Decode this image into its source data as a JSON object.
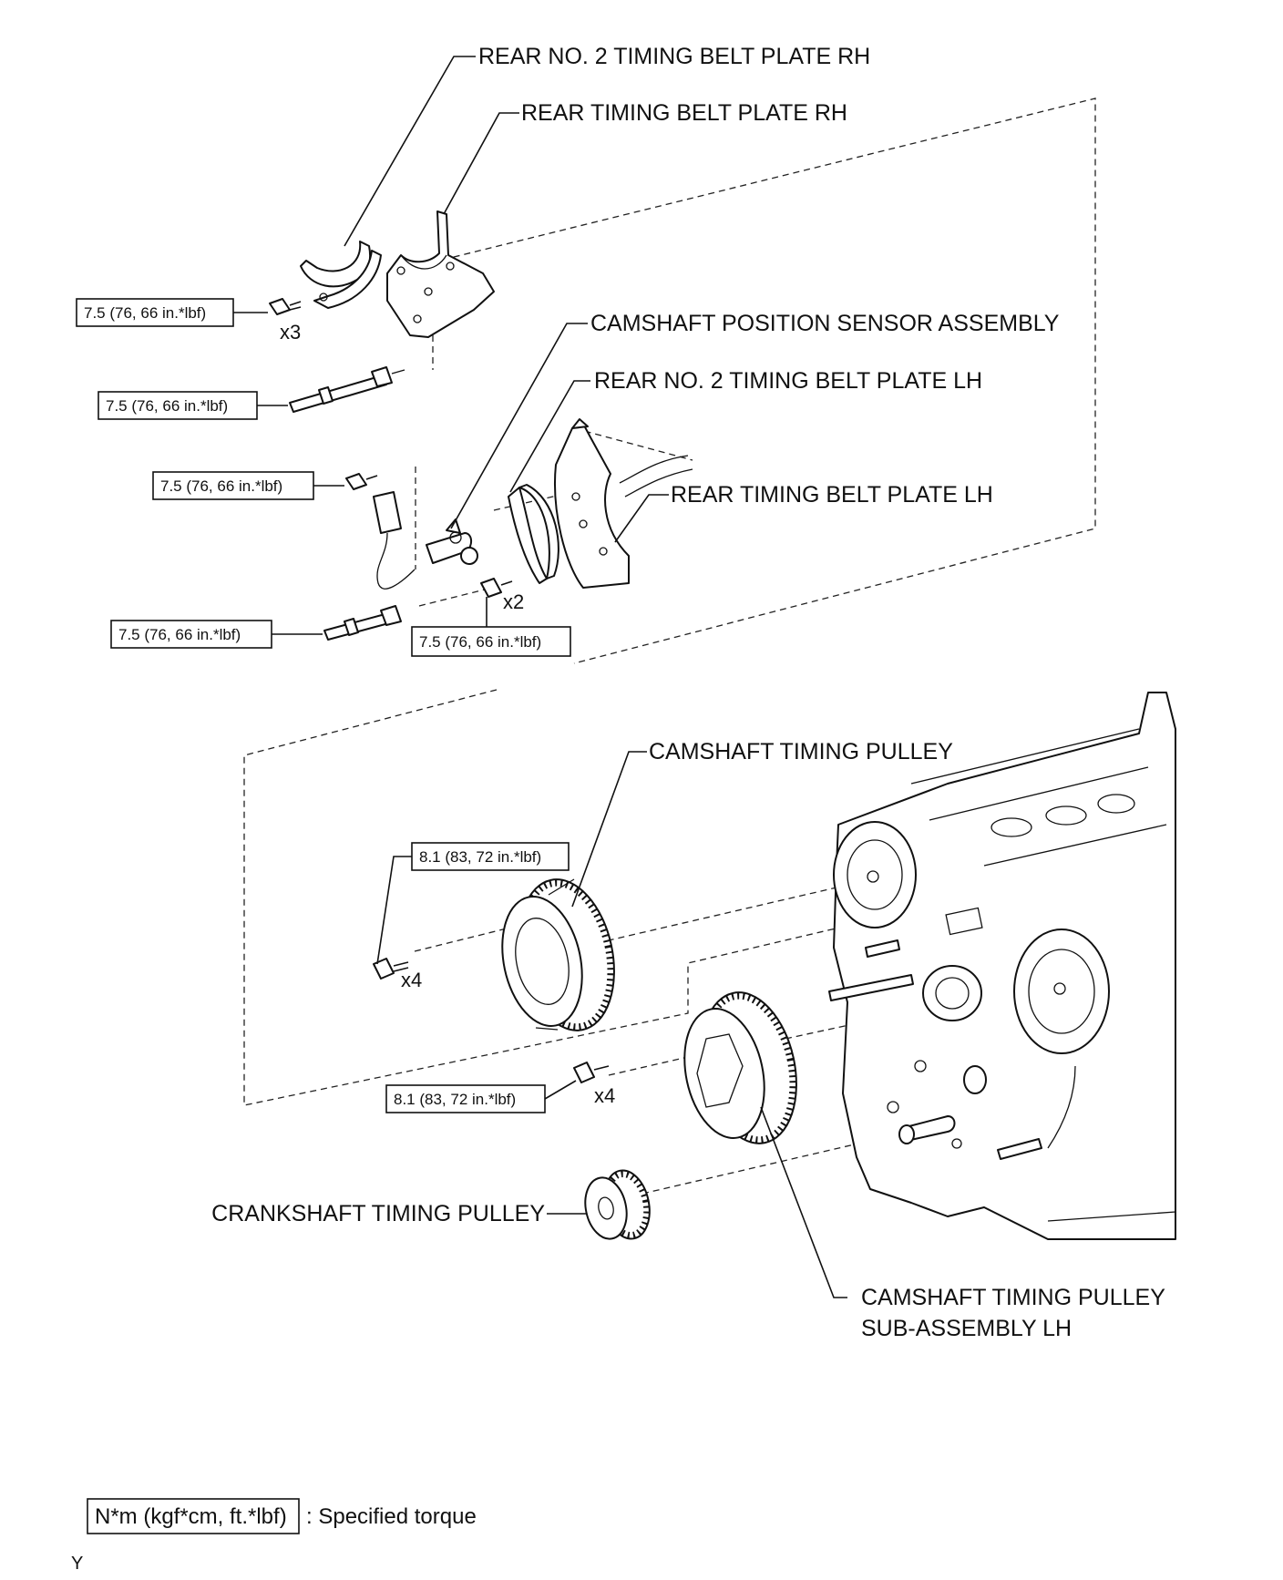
{
  "labels": {
    "rear_no2_plate_rh": "REAR NO. 2 TIMING BELT PLATE RH",
    "rear_plate_rh": "REAR TIMING BELT PLATE RH",
    "cam_sensor": "CAMSHAFT POSITION SENSOR ASSEMBLY",
    "rear_no2_plate_lh": "REAR NO. 2 TIMING BELT PLATE LH",
    "rear_plate_lh": "REAR TIMING BELT PLATE LH",
    "cam_pulley": "CAMSHAFT TIMING PULLEY",
    "crank_pulley": "CRANKSHAFT TIMING PULLEY",
    "cam_pulley_lh_line1": "CAMSHAFT TIMING PULLEY",
    "cam_pulley_lh_line2": "SUB-ASSEMBLY LH"
  },
  "torques": {
    "t1": "7.5 (76, 66 in.*lbf)",
    "t2": "7.5 (76, 66 in.*lbf)",
    "t3": "7.5 (76, 66 in.*lbf)",
    "t4": "7.5 (76, 66 in.*lbf)",
    "t5": "7.5 (76, 66 in.*lbf)",
    "t6": "8.1 (83, 72 in.*lbf)",
    "t7": "8.1 (83, 72 in.*lbf)"
  },
  "quantities": {
    "q1": "x3",
    "q2": "x2",
    "q3": "x4",
    "q4": "x4"
  },
  "legend": {
    "unit_box": "N*m (kgf*cm, ft.*lbf)",
    "description": ": Specified torque"
  },
  "corner_mark": "Y"
}
